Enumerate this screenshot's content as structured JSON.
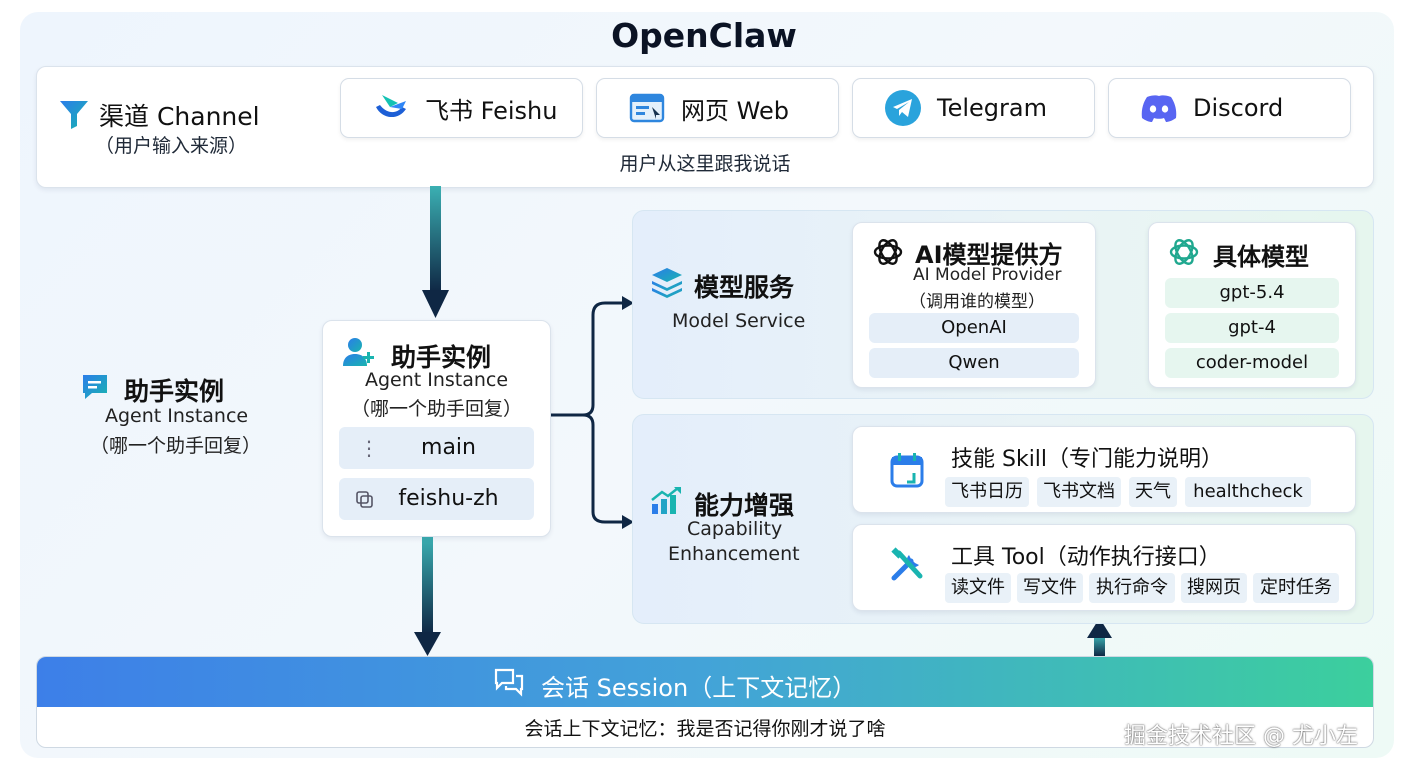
{
  "title": "OpenClaw",
  "channel": {
    "title": "渠道 Channel",
    "subtitle": "（用户输入来源）",
    "caption": "用户从这里跟我说话",
    "items": [
      {
        "label": "飞书 Feishu",
        "icon": "feishu-icon"
      },
      {
        "label": "网页 Web",
        "icon": "web-browser-icon"
      },
      {
        "label": "Telegram",
        "icon": "telegram-icon"
      },
      {
        "label": "Discord",
        "icon": "discord-icon"
      }
    ]
  },
  "agent_side": {
    "title": "助手实例",
    "en": "Agent Instance",
    "note": "（哪一个助手回复）",
    "icon": "chat-bubble-icon"
  },
  "agent_card": {
    "title": "助手实例",
    "en": "Agent Instance",
    "note": "（哪一个助手回复）",
    "icon": "user-add-icon",
    "items": [
      "main",
      "feishu-zh"
    ]
  },
  "model_service": {
    "title": "模型服务",
    "en": "Model Service",
    "icon": "layers-icon",
    "provider": {
      "title": "AI模型提供方",
      "en": "AI Model Provider",
      "note": "（调用谁的模型）",
      "items": [
        "OpenAI",
        "Qwen"
      ]
    },
    "models": {
      "title": "具体模型",
      "items": [
        "gpt-5.4",
        "gpt-4",
        "coder-model"
      ]
    }
  },
  "capability": {
    "title": "能力增强",
    "en_line1": "Capability",
    "en_line2": "Enhancement",
    "icon": "growth-chart-icon",
    "skill": {
      "title": "技能 Skill（专门能力说明）",
      "items": [
        "飞书日历",
        "飞书文档",
        "天气",
        "healthcheck"
      ]
    },
    "tool": {
      "title": "工具 Tool（动作执行接口）",
      "items": [
        "读文件",
        "写文件",
        "执行命令",
        "搜网页",
        "定时任务"
      ]
    }
  },
  "session": {
    "title": "会话 Session（上下文记忆）",
    "caption": "会话上下文记忆：我是否记得你刚才说了啥"
  },
  "watermark": "掘金技术社区 @ 尤小左",
  "colors": {
    "accent_blue": "#3b82f6",
    "accent_green": "#34d399",
    "arrow_dark": "#0f2744",
    "arrow_teal": "#3bb0b3"
  }
}
